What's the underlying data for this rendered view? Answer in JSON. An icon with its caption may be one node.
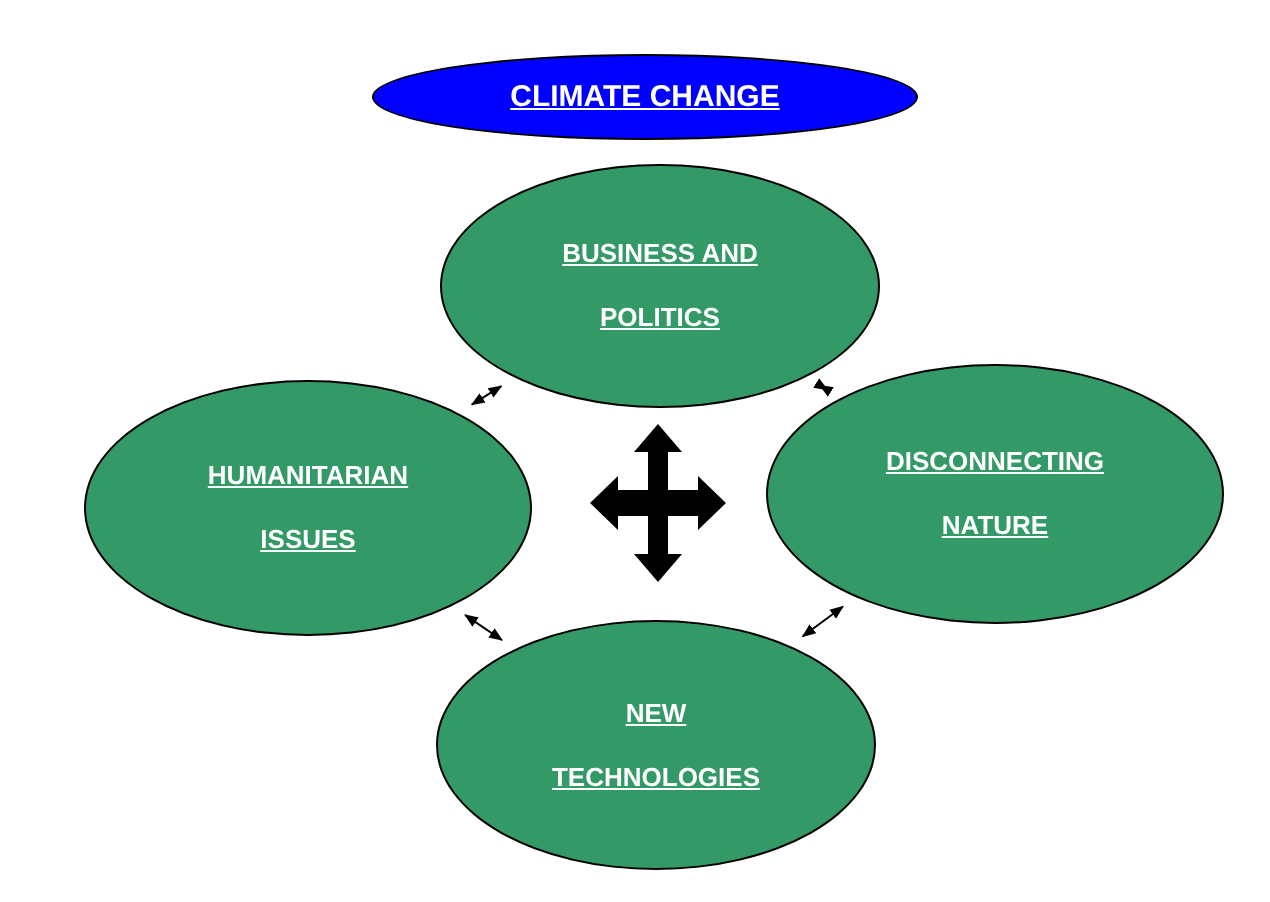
{
  "diagram": {
    "nodes": [
      {
        "text": [
          "CLIMATE CHANGE"
        ]
      },
      {
        "text": [
          "BUSINESS AND POLITICS"
        ]
      },
      {
        "text": [
          "HUMANITARIAN ISSUES"
        ]
      },
      {
        "text": [
          "DISCONNECTING NATURE"
        ]
      },
      {
        "text": [
          "NEW TECHNOLOGIES"
        ]
      }
    ],
    "edges": [
      {
        "from": 2,
        "to": 1,
        "arrow": "both"
      },
      {
        "from": 1,
        "to": 3,
        "arrow": "both"
      },
      {
        "from": 2,
        "to": 4,
        "arrow": "both"
      },
      {
        "from": 4,
        "to": 3,
        "arrow": "both"
      }
    ]
  }
}
